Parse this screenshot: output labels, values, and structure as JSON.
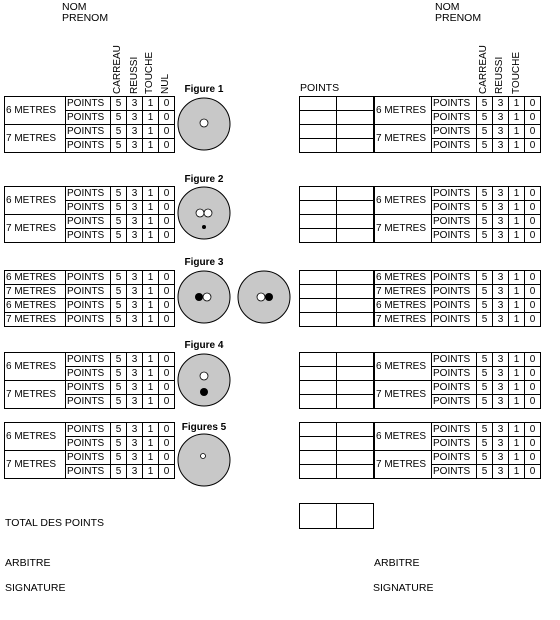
{
  "header": {
    "left_nom": "NOM",
    "left_prenom": "PRENOM",
    "right_nom": "NOM",
    "right_prenom": "PRENOM"
  },
  "columns": {
    "carreau": "CARREAU",
    "reussi": "REUSSI",
    "touche": "TOUCHE",
    "nul": "NUL"
  },
  "points_header": "POINTS",
  "row_label": "POINTS",
  "scores": [
    "5",
    "3",
    "1",
    "0"
  ],
  "distances": {
    "six": "6 METRES",
    "seven": "7 METRES"
  },
  "figures": [
    {
      "title": "Figure  1"
    },
    {
      "title": "Figure  2"
    },
    {
      "title": "Figure  3"
    },
    {
      "title": "Figure  4"
    },
    {
      "title": "Figures 5"
    }
  ],
  "footer": {
    "total": "TOTAL DES POINTS",
    "arbitre_left": "ARBITRE",
    "signature_left": "SIGNATURE",
    "arbitre_right": "ARBITRE",
    "signature_right": "SIGNATURE"
  },
  "colors": {
    "target_fill": "#c8c8c8",
    "line": "#000000"
  }
}
